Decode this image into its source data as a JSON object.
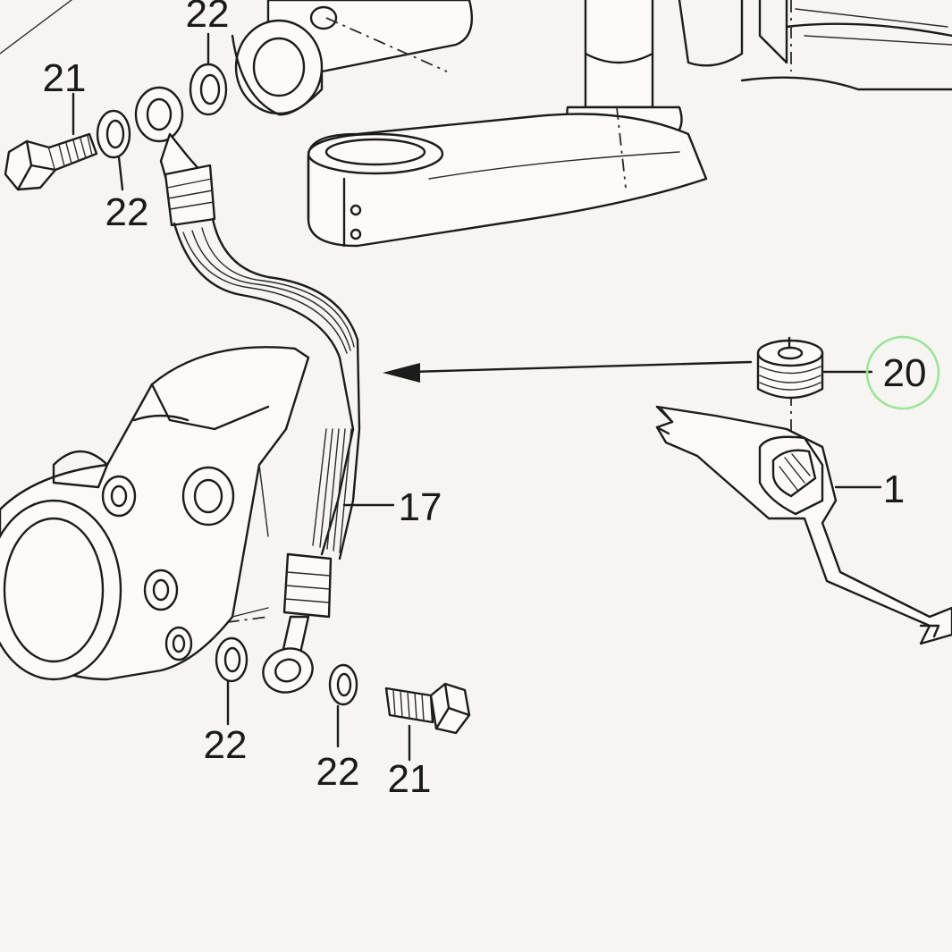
{
  "callouts": {
    "bolt_top": "21",
    "washer_top_right": "22",
    "washer_top_left": "22",
    "hose": "17",
    "grommet": "20",
    "bracket": "1",
    "washer_bottom_left": "22",
    "washer_bottom_right": "22",
    "bolt_bottom": "21"
  },
  "highlight_color": "#9ee39a",
  "ink_color": "#1c1c1c",
  "paper_color": "#f6f5f1"
}
